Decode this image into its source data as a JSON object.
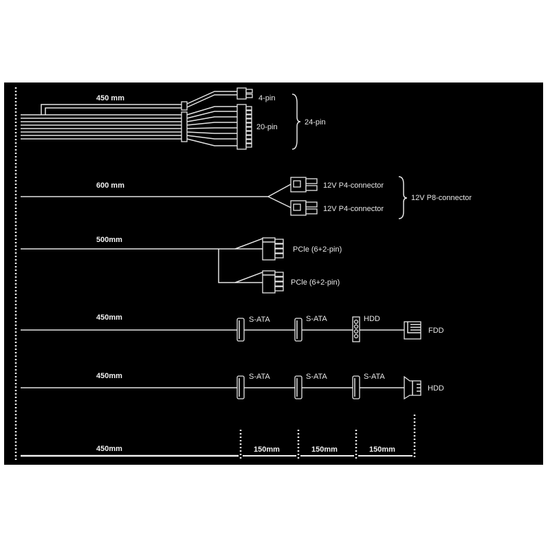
{
  "colors": {
    "background": "#000000",
    "lines": "#e6e6e6",
    "page": "#ffffff"
  },
  "cable_24pin": {
    "length": "450 mm",
    "label_4pin": "4-pin",
    "label_20pin": "20-pin",
    "label_group": "24-pin"
  },
  "cable_cpu": {
    "length": "600 mm",
    "connector_1": "12V P4-connector",
    "connector_2": "12V P4-connector",
    "label_group": "12V P8-connector"
  },
  "cable_pcie": {
    "length": "500mm",
    "connector_1": "PCle (6+2-pin)",
    "connector_2": "PCle (6+2-pin)"
  },
  "cable_sata_1": {
    "length": "450mm",
    "connectors": [
      "S-ATA",
      "S-ATA",
      "HDD"
    ],
    "end": "FDD"
  },
  "cable_sata_2": {
    "length": "450mm",
    "connectors": [
      "S-ATA",
      "S-ATA",
      "S-ATA"
    ],
    "end": "HDD"
  },
  "scale": {
    "first": "450mm",
    "segments": [
      "150mm",
      "150mm",
      "150mm"
    ]
  }
}
